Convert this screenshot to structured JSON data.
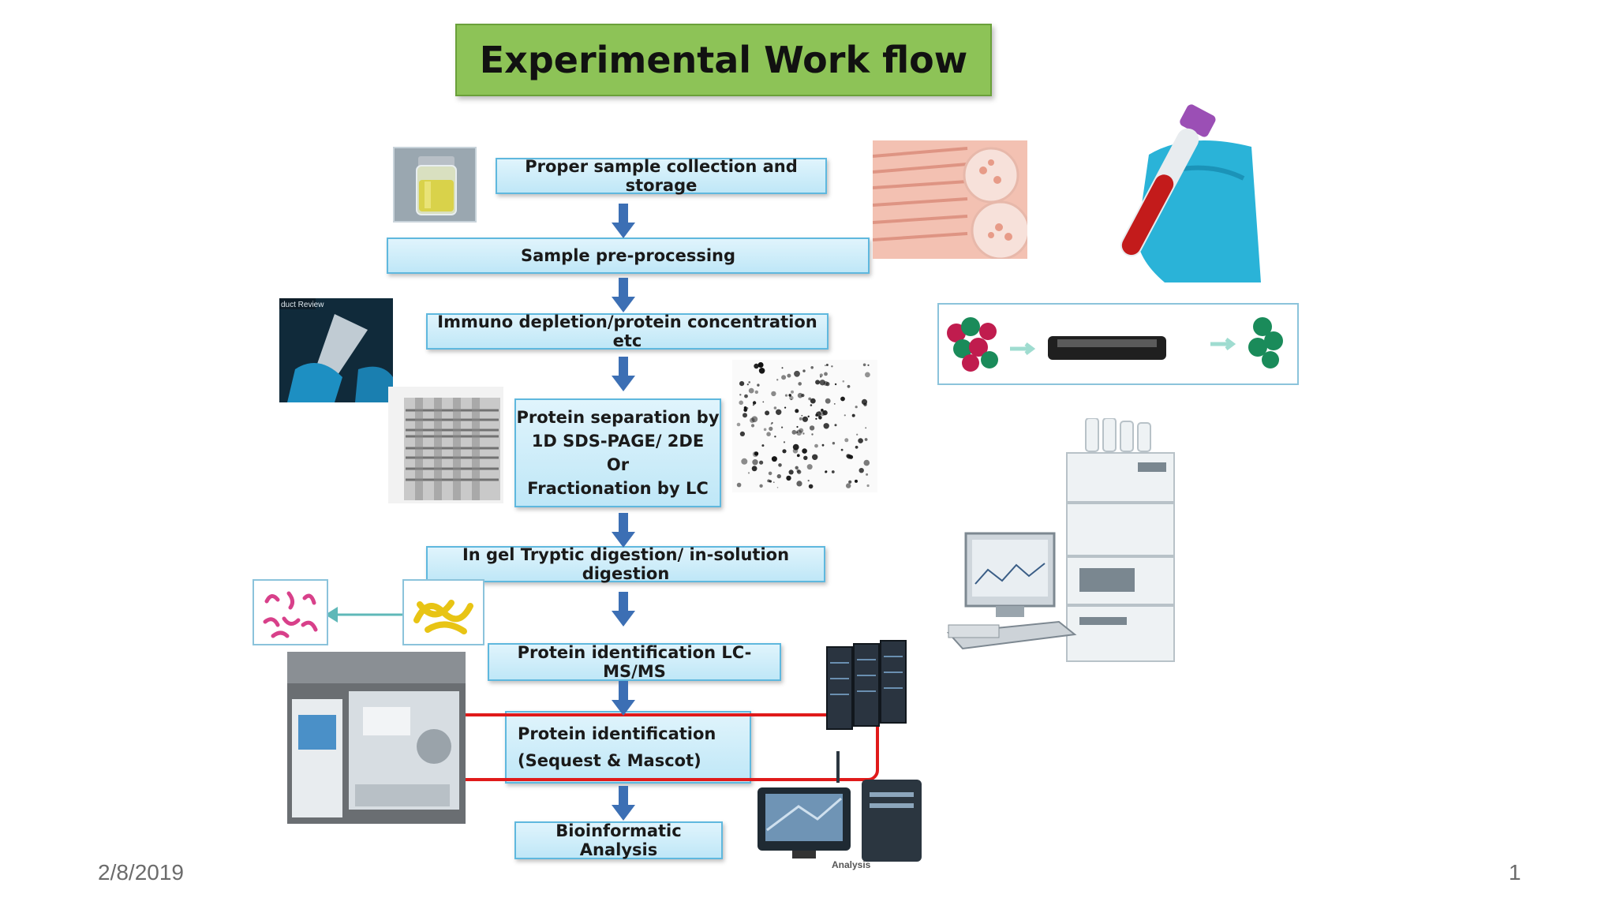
{
  "title": "Experimental Work flow",
  "steps": {
    "s1": "Proper sample collection and storage",
    "s2": "Sample pre-processing",
    "s3": "Immuno depletion/protein concentration etc",
    "s4": [
      "Protein separation by",
      "1D SDS-PAGE/ 2DE",
      "Or",
      "Fractionation by LC"
    ],
    "s5": "In gel Tryptic digestion/ in-solution digestion",
    "s6": "Protein identification LC-MS/MS",
    "s7": [
      "Protein identification",
      "(Sequest &  Mascot)"
    ],
    "s8": "Bioinformatic Analysis"
  },
  "image_labels": {
    "analysis": "Analysis",
    "product_review": "duct Review"
  },
  "footer": {
    "date": "2/8/2019",
    "page": "1"
  },
  "colors": {
    "title_bg": "#8dc357",
    "step_bg": "#bfe7f7",
    "step_border": "#5fb8de",
    "arrow": "#3c6fb4",
    "highlight": "#e01a1a"
  }
}
